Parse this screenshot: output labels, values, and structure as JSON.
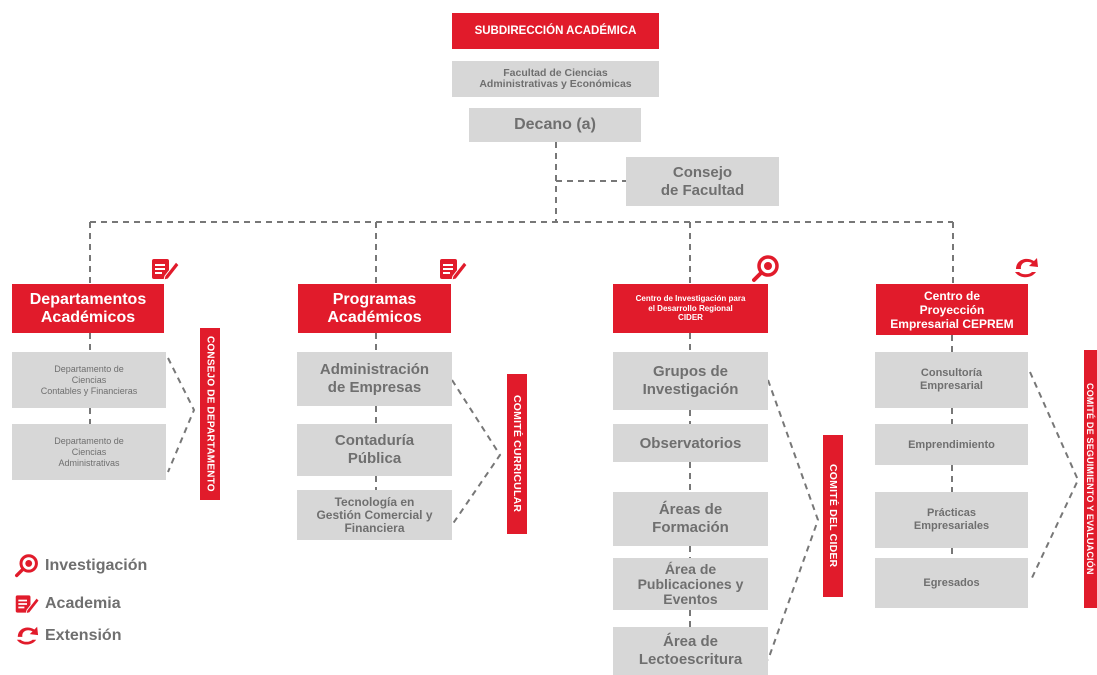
{
  "colors": {
    "accent": "#e11b2b",
    "box": "#d7d7d7",
    "text": "#6f6f6f"
  },
  "top": {
    "subdireccion": "SUBDIRECCIÓN ACADÉMICA",
    "facultad": "Facultad de Ciencias\nAdministrativas y Económicas",
    "decano": "Decano (a)",
    "consejo": "Consejo\nde Facultad"
  },
  "branches": {
    "departamentos": {
      "title": "Departamentos\nAcadémicos",
      "icon": "pencil-note-icon",
      "items": [
        "Departamento de\nCiencias\nContables y Financieras",
        "Departamento de\nCiencias\nAdministrativas"
      ],
      "committee": "CONSEJO DE DEPARTAMENTO"
    },
    "programas": {
      "title": "Programas\nAcadémicos",
      "icon": "pencil-note-icon",
      "items": [
        "Administración\nde Empresas",
        "Contaduría\nPública",
        "Tecnología en\nGestión Comercial y\nFinanciera"
      ],
      "committee": "COMITÉ CURRICULAR"
    },
    "cider": {
      "title": "Centro de Investigación para\nel Desarrollo Regional\nCIDER",
      "icon": "magnifier-icon",
      "items": [
        "Grupos de\nInvestigación",
        "Observatorios",
        "Áreas de\nFormación",
        "Área de\nPublicaciones y\nEventos",
        "Área de\nLectoescritura"
      ],
      "committee": "COMITÉ DEL CIDER"
    },
    "ceprem": {
      "title": "Centro de\nProyección\nEmpresarial CEPREM",
      "icon": "handshake-icon",
      "items": [
        "Consultoría\nEmpresarial",
        "Emprendimiento",
        "Prácticas\nEmpresariales",
        "Egresados"
      ],
      "committee": "COMITÉ DE SEGUIMIENTO Y EVALUACIÓN"
    }
  },
  "legend": [
    {
      "label": "Investigación",
      "icon": "magnifier-icon"
    },
    {
      "label": "Academia",
      "icon": "pencil-note-icon"
    },
    {
      "label": "Extensión",
      "icon": "handshake-icon"
    }
  ]
}
